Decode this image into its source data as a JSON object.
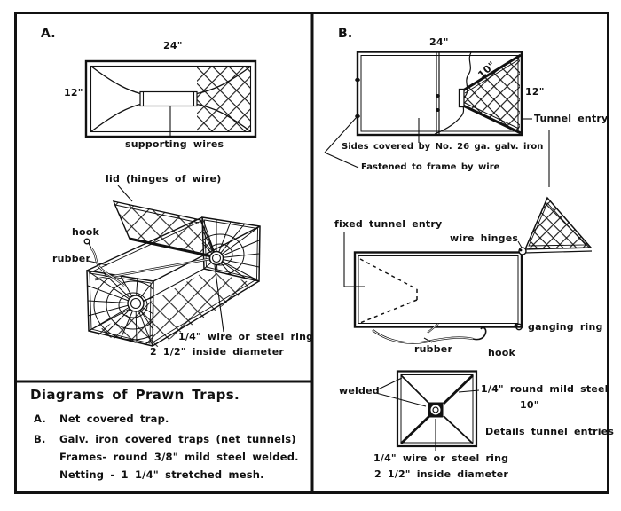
{
  "figure": {
    "panel_a": {
      "tag": "A.",
      "width_label": "24\"",
      "height_label": "12\"",
      "supporting_wires": "supporting wires",
      "lid_label": "lid (hinges of wire)",
      "hook_label": "hook",
      "rubber_label": "rubber",
      "ring_line1": "1/4\" wire or steel ring",
      "ring_line2": "2 1/2\" inside diameter"
    },
    "panel_b": {
      "tag": "B.",
      "width_label": "24\"",
      "tunnel_width_label": "10\"",
      "height_label": "12\"",
      "tunnel_entry": "Tunnel entry",
      "sides_note": "Sides covered by No. 26 ga. galv. iron",
      "fastened_note": "Fastened to frame by wire",
      "fixed_tunnel_entry": "fixed tunnel entry",
      "wire_hinges": "wire hinges",
      "ganging_ring": "ganging ring",
      "rubber_label": "rubber",
      "hook_label": "hook",
      "welded_label": "welded",
      "rod_label": "1/4\" round mild steel",
      "rod_length": "10\"",
      "detail_caption": "Details tunnel entries",
      "ring_line1": "1/4\" wire or steel ring",
      "ring_line2": "2 1/2\" inside diameter"
    },
    "legend": {
      "title": "Diagrams of Prawn Traps.",
      "item_a_tag": "A.",
      "item_a_text": "Net covered trap.",
      "item_b_tag": "B.",
      "item_b_text": "Galv. iron covered traps (net tunnels)",
      "item_b_line2": "Frames- round 3/8\" mild steel welded.",
      "item_b_line3": "Netting - 1 1/4\" stretched mesh."
    }
  }
}
